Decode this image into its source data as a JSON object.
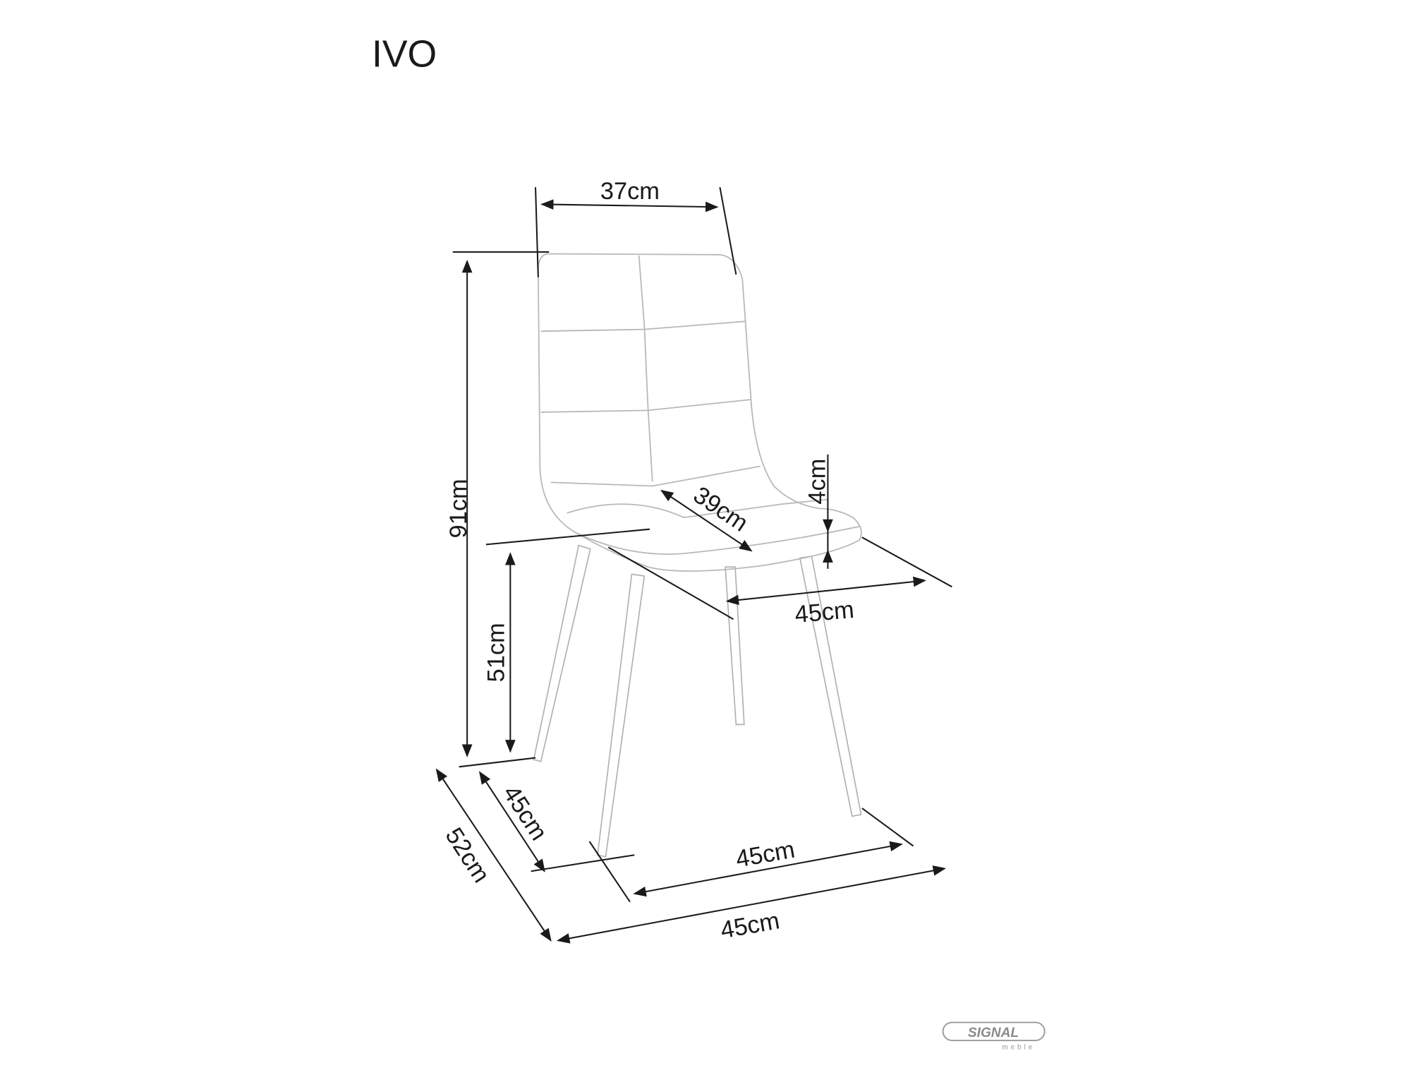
{
  "title": "IVO",
  "dimensions": {
    "backrest_width": "37cm",
    "total_height": "91cm",
    "seat_height": "51cm",
    "seat_depth_diag": "39cm",
    "seat_thickness": "4cm",
    "seat_depth": "45cm",
    "base_depth_inner": "45cm",
    "total_depth": "52cm",
    "base_width_inner": "45cm",
    "total_width": "45cm"
  },
  "logo": {
    "brand": "SIGNAL",
    "sub": "meble"
  }
}
